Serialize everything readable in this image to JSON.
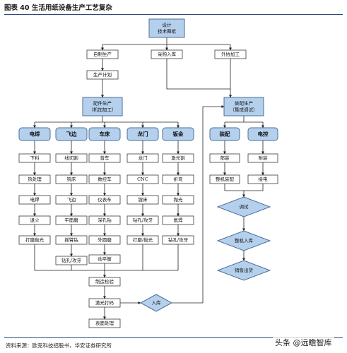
{
  "header": {
    "title": "图表 40 生活用纸设备生产工艺复杂"
  },
  "footer": {
    "source": "资料来源：欧克科技招股书，华安证券研究所",
    "watermark": "头条 @远瞻智库"
  },
  "colors": {
    "blue_box": "#b5d0ec",
    "blue_stroke": "#4a6f99",
    "outline": "#3a3a3a",
    "line": "#222222"
  },
  "nodes": {
    "design": {
      "line1": "设计",
      "line2": "技术图纸"
    },
    "self_made": "自制生产",
    "purchase": "采购入库",
    "outsource": "外协加工",
    "production_plan": "生产计划",
    "component_production": {
      "line1": "配件生产",
      "line2": "（机加加工）"
    },
    "assembly_production": {
      "line1": "装配生产",
      "line2": "（集成调试）"
    },
    "col_welding": {
      "header": "电焊",
      "steps": [
        "下料",
        "热处理",
        "电焊",
        "退火",
        "打磨抛光"
      ]
    },
    "col_flywheel": {
      "header": "飞边",
      "steps": [
        "线切割",
        "铣床",
        "飞边",
        "平面磨",
        "摇臂钻"
      ]
    },
    "col_lathe": {
      "header": "车床",
      "steps": [
        "普车",
        "数控车",
        "仪表车",
        "深孔钻",
        "外圆磨",
        "动平衡"
      ]
    },
    "col_gantry": {
      "header": "龙门",
      "steps": [
        "龙门",
        "CNC",
        "镗床",
        "钻孔/攻牙",
        "打磨/抛光"
      ]
    },
    "col_sheet": {
      "header": "钣金",
      "steps": [
        "激光割",
        "折弯",
        "抛光",
        "氩焊",
        "钻孔/攻牙"
      ]
    },
    "drill_tap_bottom": "钻孔/攻牙",
    "inspection": "制造检验",
    "laser_marking": "激光打码",
    "surface_treatment": "表面处理",
    "warehouse_in": "入库",
    "col_assembly": {
      "header": "装配",
      "steps": [
        "部装",
        "整机装配"
      ]
    },
    "col_electrical": {
      "header": "电控",
      "steps": [
        "附装",
        "接电"
      ]
    },
    "debugging": "调试",
    "whole_machine_in": "整机入库",
    "sales_out": "销售出货"
  }
}
